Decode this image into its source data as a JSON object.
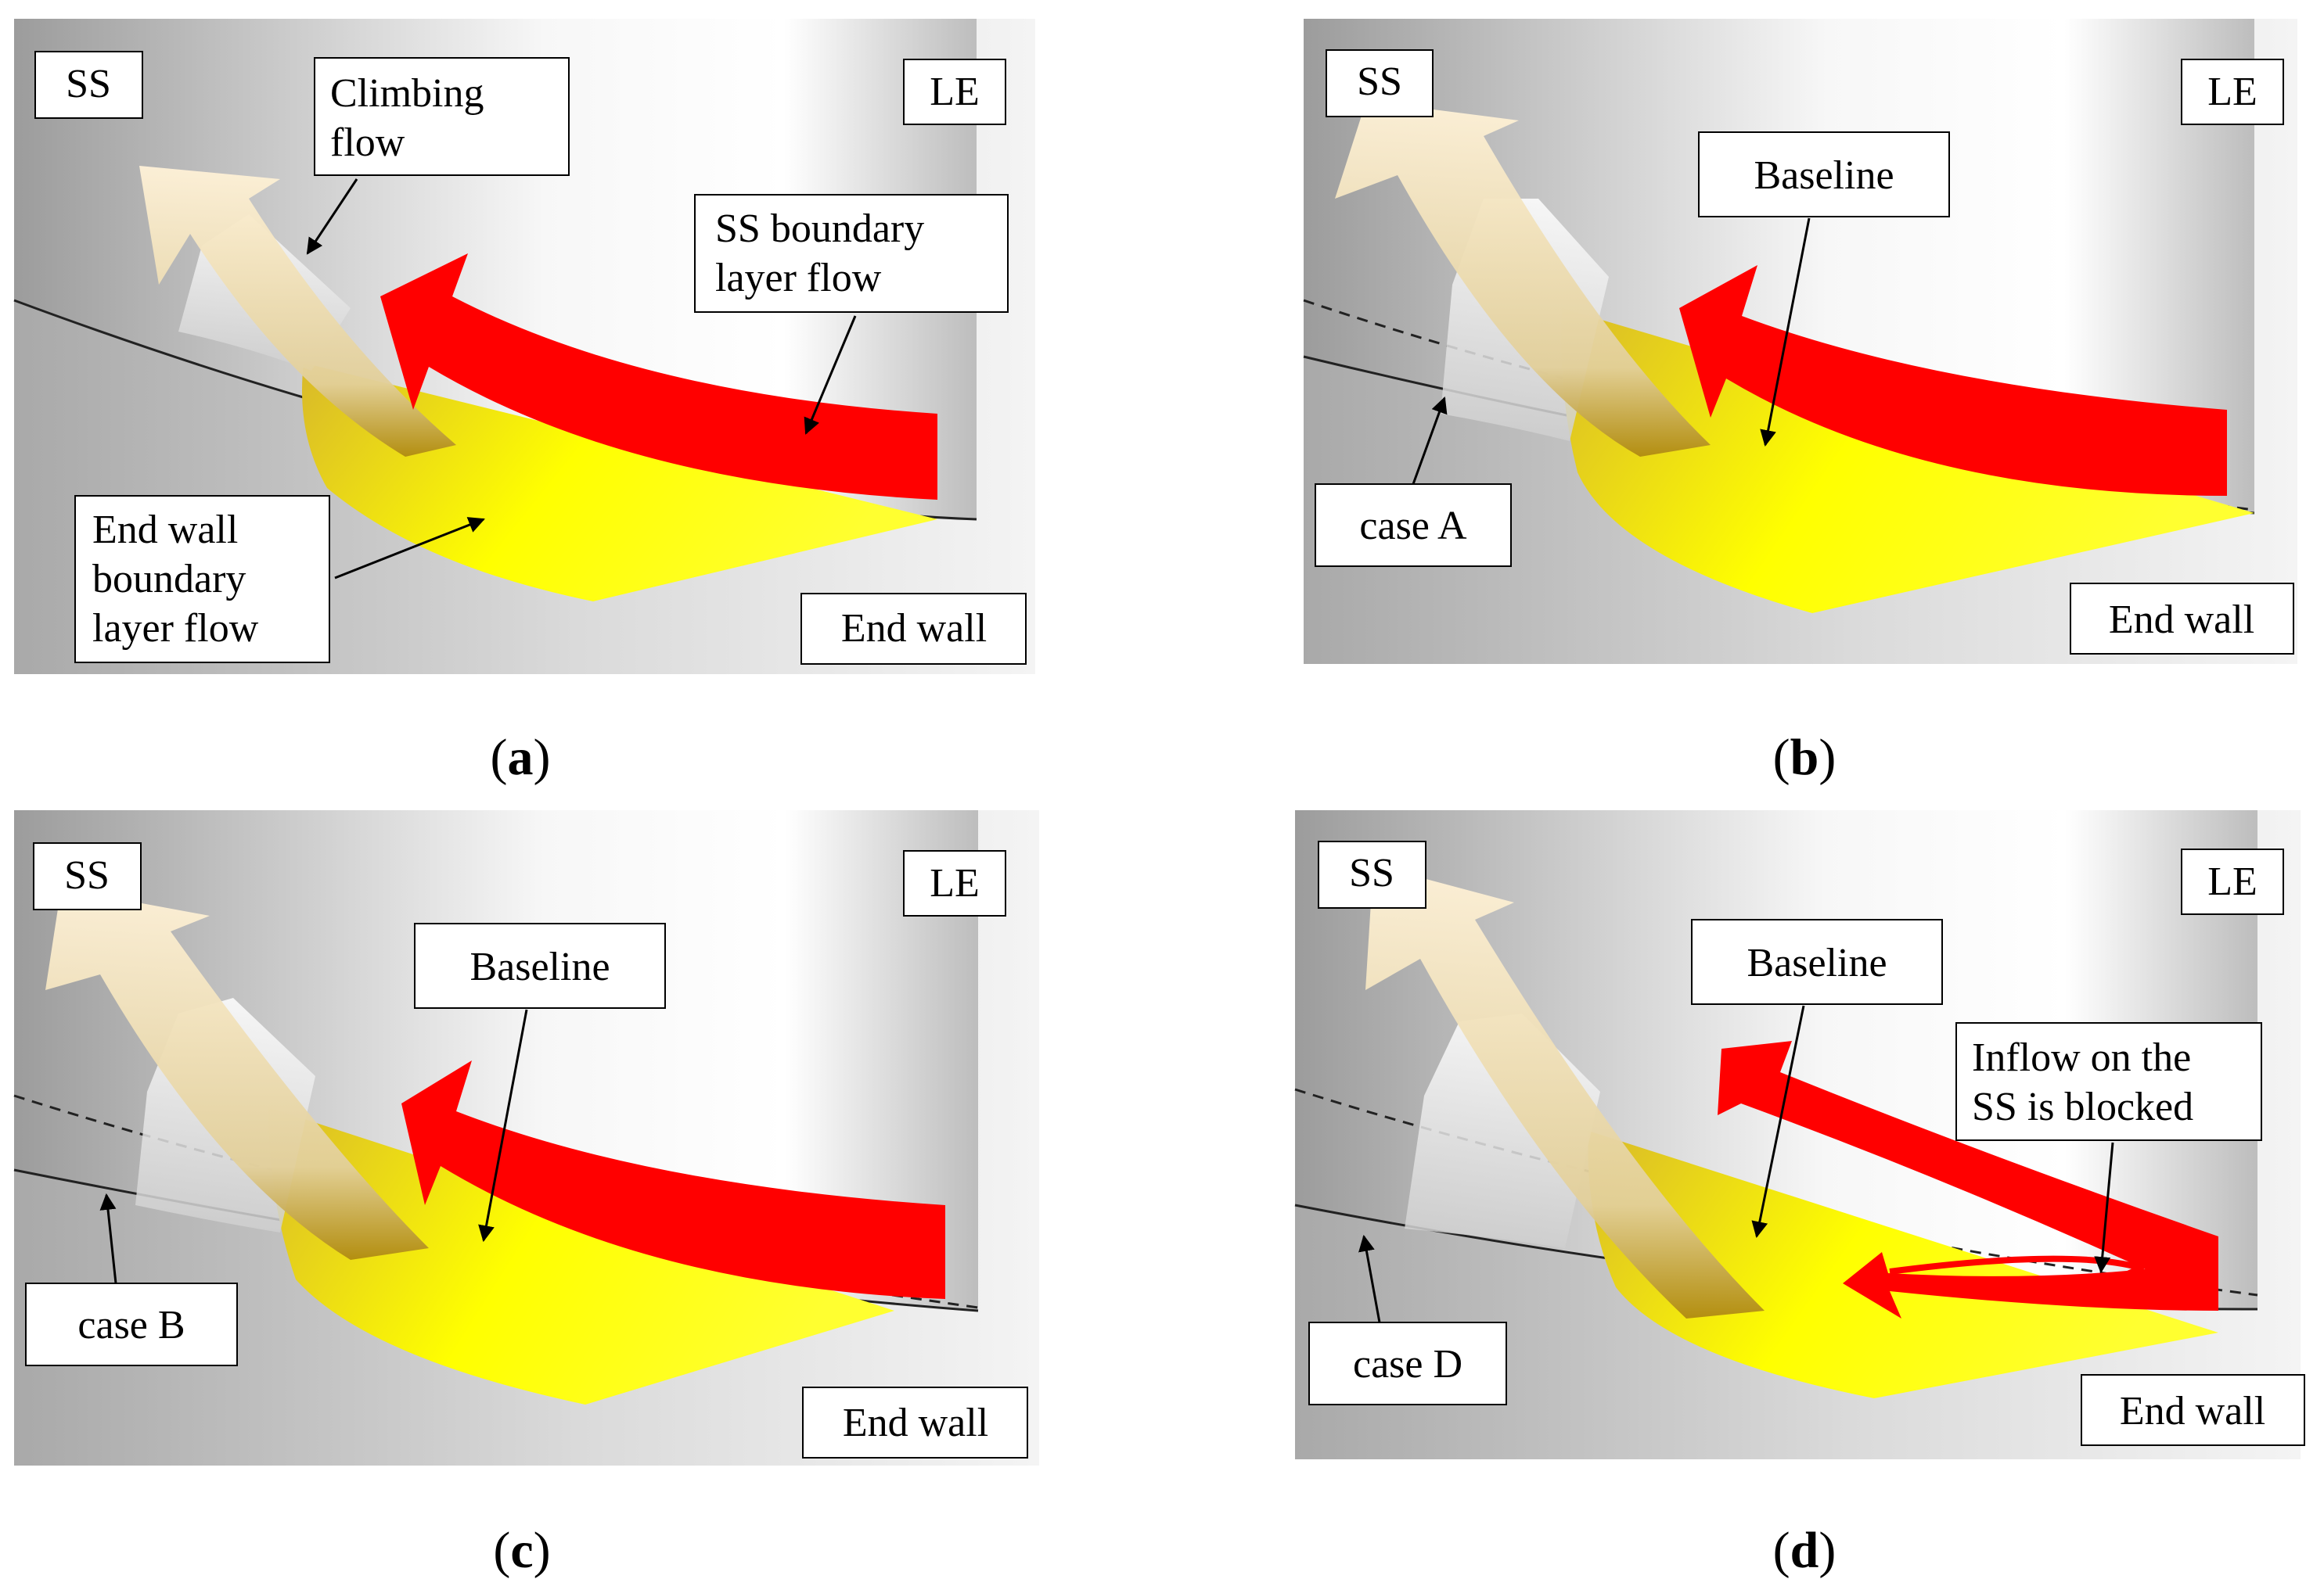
{
  "colors": {
    "ss_flow": "#ff0000",
    "endwall_flow": "#ffff00",
    "climbing_flow": "#fff0d0",
    "background": "#ffffff"
  },
  "panels": [
    {
      "id": "a",
      "caption_open": "(",
      "caption_letter": "a",
      "caption_close": ")",
      "labels": {
        "ss": "SS",
        "le": "LE",
        "end_wall": "End wall",
        "climbing_flow": [
          "Climbing",
          "flow"
        ],
        "ss_boundary": [
          "SS boundary",
          "layer flow"
        ],
        "endwall_boundary": [
          "End wall",
          "boundary",
          "layer flow"
        ]
      }
    },
    {
      "id": "b",
      "caption_open": "(",
      "caption_letter": "b",
      "caption_close": ")",
      "labels": {
        "ss": "SS",
        "le": "LE",
        "end_wall": "End wall",
        "baseline": "Baseline",
        "case": "case A"
      }
    },
    {
      "id": "c",
      "caption_open": "(",
      "caption_letter": "c",
      "caption_close": ")",
      "labels": {
        "ss": "SS",
        "le": "LE",
        "end_wall": "End wall",
        "baseline": "Baseline",
        "case": "case B"
      }
    },
    {
      "id": "d",
      "caption_open": "(",
      "caption_letter": "d",
      "caption_close": ")",
      "labels": {
        "ss": "SS",
        "le": "LE",
        "end_wall": "End wall",
        "baseline": "Baseline",
        "case": "case D",
        "inflow": [
          "Inflow on the",
          "SS is blocked"
        ]
      }
    }
  ]
}
